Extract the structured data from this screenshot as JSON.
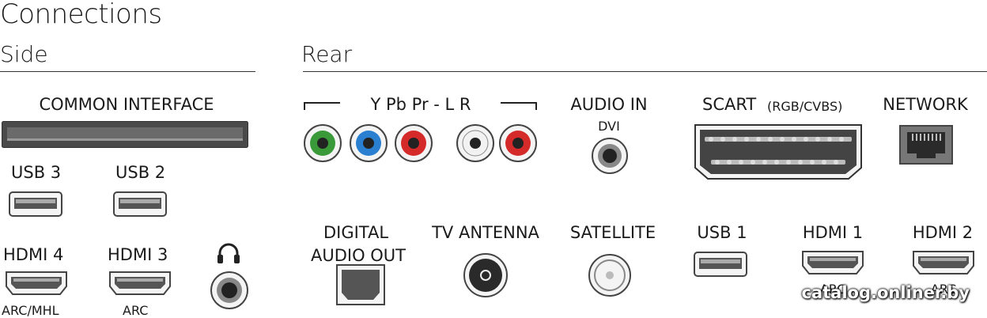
{
  "title": "Connections",
  "sections": {
    "side": "Side",
    "rear": "Rear"
  },
  "side": {
    "common_interface": "COMMON INTERFACE",
    "usb3": "USB 3",
    "usb2": "USB 2",
    "hdmi4": "HDMI 4",
    "hdmi4_sub": "ARC/MHL",
    "hdmi3": "HDMI 3",
    "hdmi3_sub": "ARC"
  },
  "rear": {
    "ypbpr": "Y Pb Pr - L R",
    "audio_in": "AUDIO IN",
    "audio_in_sub": "DVI",
    "scart": "SCART",
    "scart_sub": "(RGB/CVBS)",
    "network": "NETWORK",
    "digital_audio_out_line1": "DIGITAL",
    "digital_audio_out_line2": "AUDIO OUT",
    "tv_antenna": "TV ANTENNA",
    "satellite": "SATELLITE",
    "usb1": "USB 1",
    "hdmi1": "HDMI 1",
    "hdmi1_sub": "ARC",
    "hdmi2": "HDMI 2",
    "hdmi2_sub": "ARC"
  },
  "rca_colors": [
    "#3a9a3a",
    "#2a7fd0",
    "#d42a2a",
    "#f2f2f2",
    "#d42a2a"
  ],
  "watermark": "catalog.onliner.by"
}
